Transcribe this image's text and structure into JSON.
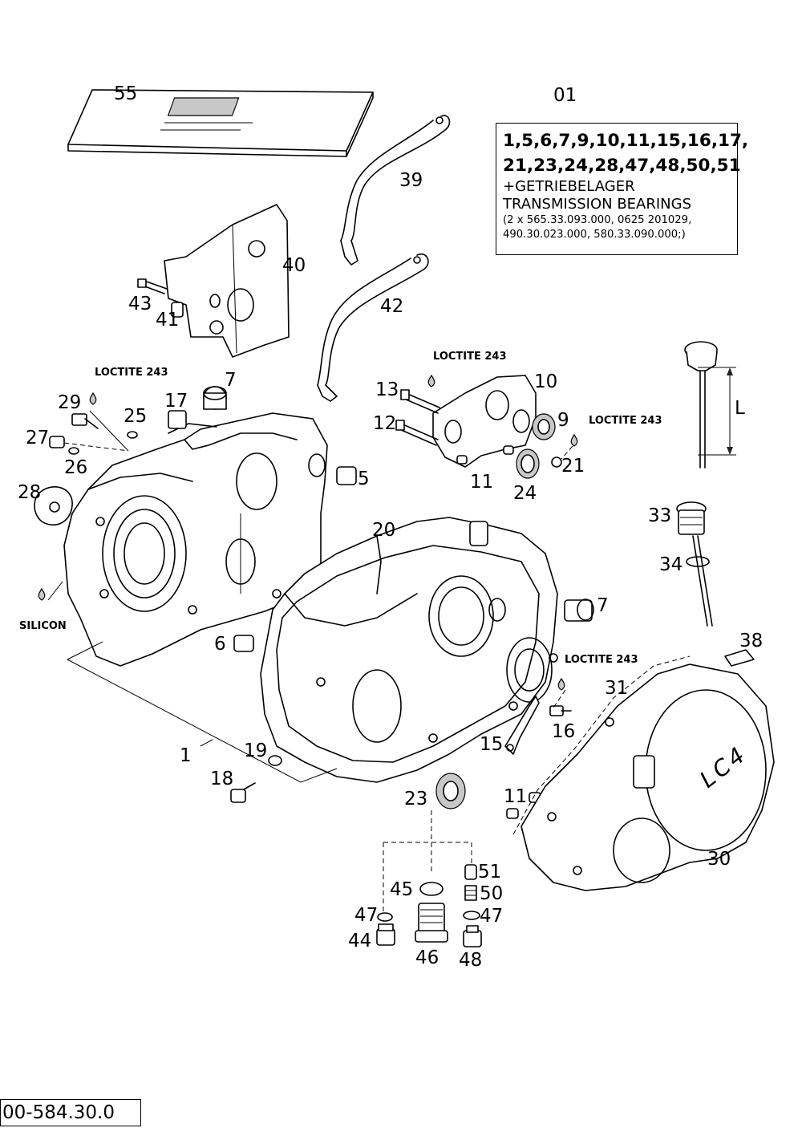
{
  "kit": {
    "number": "01",
    "parts_line1": "1,5,6,7,9,10,11,15,16,17,",
    "parts_line2": "21,23,24,28,47,48,50,51",
    "line3": "+GETRIEBELAGER",
    "line4": "TRANSMISSION BEARINGS",
    "line5": "(2 x 565.33.093.000, 0625 201029,",
    "line6": "490.30.023.000, 580.33.090.000;)"
  },
  "notes": {
    "loctite_1": "LOCTITE 243",
    "loctite_2": "LOCTITE 243",
    "loctite_3": "LOCTITE 243",
    "loctite_4": "LOCTITE 243",
    "silicon": "SILICON",
    "dim_l": "L"
  },
  "parts": {
    "p55": "55",
    "p39": "39",
    "p40": "40",
    "p43": "43",
    "p41": "41",
    "p42": "42",
    "p7a": "7",
    "p29": "29",
    "p17": "17",
    "p25": "25",
    "p27": "27",
    "p26": "26",
    "p28": "28",
    "p5": "5",
    "p13": "13",
    "p10": "10",
    "p12": "12",
    "p9": "9",
    "p21": "21",
    "p11a": "11",
    "p24": "24",
    "p33": "33",
    "p34": "34",
    "p20": "20",
    "p7b": "7",
    "p6": "6",
    "p38": "38",
    "p31": "31",
    "p16": "16",
    "p15": "15",
    "p1": "1",
    "p19": "19",
    "p18": "18",
    "p23": "23",
    "p11b": "11",
    "p30": "30",
    "p51": "51",
    "p45": "45",
    "p50": "50",
    "p47a": "47",
    "p47b": "47",
    "p44": "44",
    "p46": "46",
    "p48": "48"
  },
  "cover_logo": "LC4",
  "document_number": "00-584.30.0"
}
